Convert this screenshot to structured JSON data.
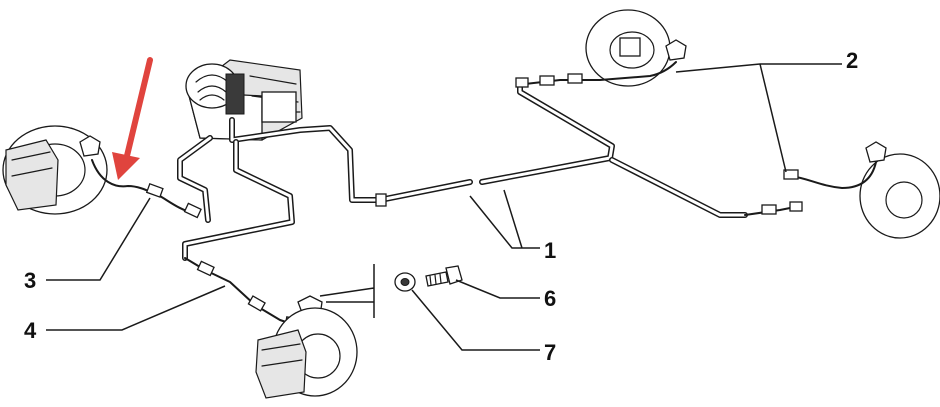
{
  "callouts": {
    "c1": "1",
    "c2": "2",
    "c3": "3",
    "c4": "4",
    "c6": "6",
    "c7": "7"
  },
  "highlight": {
    "arrow_color": "#e0443e"
  }
}
